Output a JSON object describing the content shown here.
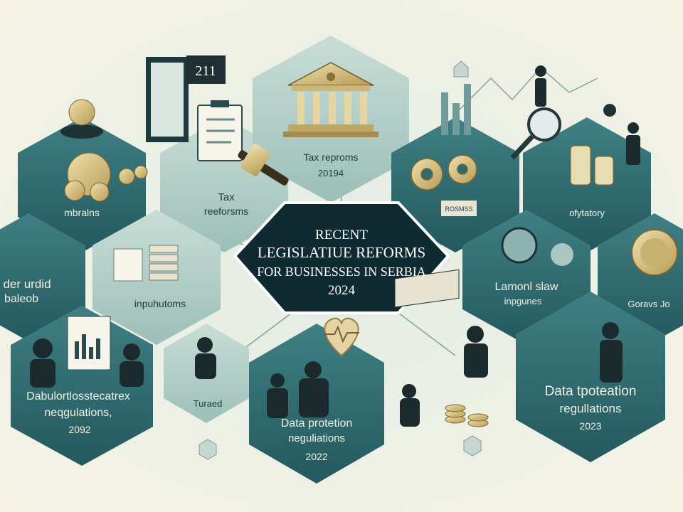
{
  "center": {
    "line1": "RECENT",
    "line2": "LEGISLATIUE REFORMS",
    "line3": "FOR BUSINESSES IN SERBIA",
    "line4": "2024"
  },
  "tiles": [
    {
      "key": "tax-top",
      "title": "Tax reproms",
      "year": "20194"
    },
    {
      "key": "tax-left",
      "title1": "Tax",
      "title2": "reeforsms"
    },
    {
      "key": "mbralns",
      "title": "mbralns"
    },
    {
      "key": "ofytatory",
      "title": "ofytatory"
    },
    {
      "key": "underurdid",
      "title1": "der urdid",
      "title2": "baleob"
    },
    {
      "key": "inpuhutoms",
      "title": "inpuhutoms"
    },
    {
      "key": "lamonl",
      "title1": "Lamonl slaw",
      "title2": "inpgunes"
    },
    {
      "key": "goravs",
      "title": "Goravs Jo"
    },
    {
      "key": "babul",
      "title1": "Dabulortlosstecatrex",
      "title2": "neqgulations,",
      "year": "2092"
    },
    {
      "key": "turaed",
      "title": "Turaed"
    },
    {
      "key": "data-2022",
      "title1": "Data protetion",
      "title2": "neguliations",
      "year": "2022"
    },
    {
      "key": "data-2023",
      "title1": "Data tpoteation",
      "title2": "regullations",
      "year": "2023"
    }
  ],
  "signs": {
    "board_number": "211",
    "small_sign": "ROSMSS"
  },
  "colors": {
    "teal_dark": "#2d6b70",
    "teal_mid": "#3d7f82",
    "teal_light": "#9fc2bd",
    "gold": "#d7c48e",
    "center_fill": "#0f2a30",
    "background": "#f4f1e4"
  }
}
